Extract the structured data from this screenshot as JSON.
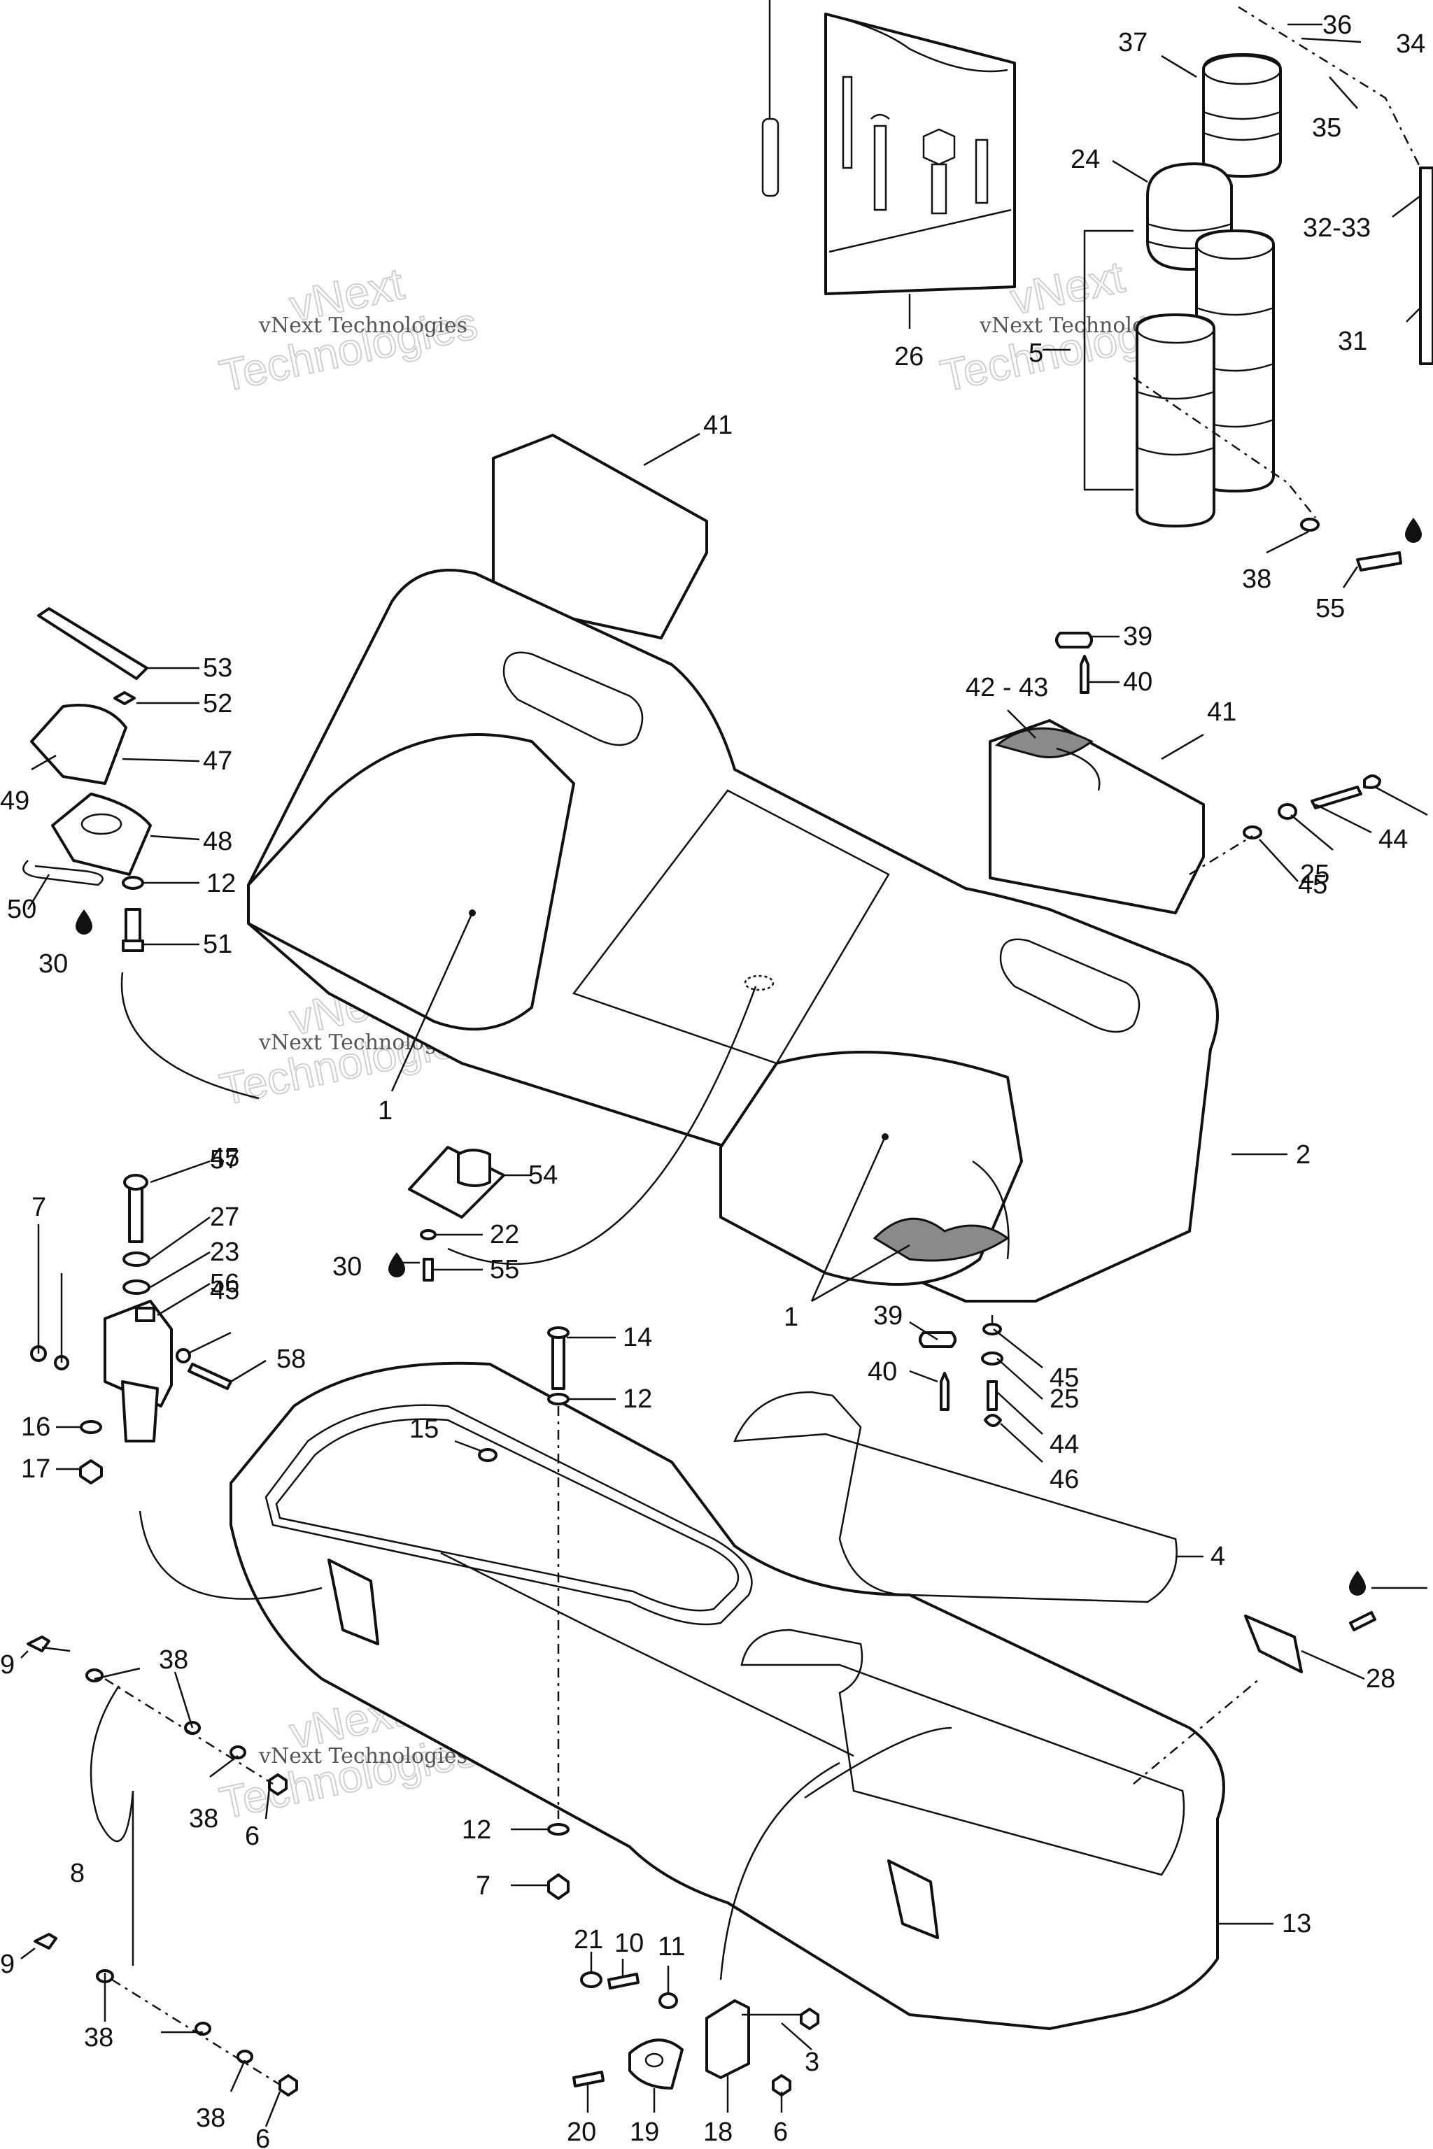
{
  "watermark": {
    "line1": "vNext Technologies",
    "line2": "Technologies",
    "line3": "vNext"
  },
  "callouts": [
    {
      "id": "c1",
      "text": "1"
    },
    {
      "id": "c1b",
      "text": "1"
    },
    {
      "id": "c2",
      "text": "2"
    },
    {
      "id": "c3",
      "text": "3"
    },
    {
      "id": "c4",
      "text": "4"
    },
    {
      "id": "c5",
      "text": "5"
    },
    {
      "id": "c6a",
      "text": "6"
    },
    {
      "id": "c6b",
      "text": "6"
    },
    {
      "id": "c6c",
      "text": "6"
    },
    {
      "id": "c7a",
      "text": "7"
    },
    {
      "id": "c7b",
      "text": "7"
    },
    {
      "id": "c8",
      "text": "8"
    },
    {
      "id": "c9a",
      "text": "9"
    },
    {
      "id": "c9b",
      "text": "9"
    },
    {
      "id": "c10",
      "text": "10"
    },
    {
      "id": "c11",
      "text": "11"
    },
    {
      "id": "c12a",
      "text": "12"
    },
    {
      "id": "c12b",
      "text": "12"
    },
    {
      "id": "c12c",
      "text": "12"
    },
    {
      "id": "c13",
      "text": "13"
    },
    {
      "id": "c14",
      "text": "14"
    },
    {
      "id": "c15",
      "text": "15"
    },
    {
      "id": "c16",
      "text": "16"
    },
    {
      "id": "c17",
      "text": "17"
    },
    {
      "id": "c18",
      "text": "18"
    },
    {
      "id": "c19",
      "text": "19"
    },
    {
      "id": "c20",
      "text": "20"
    },
    {
      "id": "c21",
      "text": "21"
    },
    {
      "id": "c22",
      "text": "22"
    },
    {
      "id": "c23",
      "text": "23"
    },
    {
      "id": "c24",
      "text": "24"
    },
    {
      "id": "c25a",
      "text": "25"
    },
    {
      "id": "c25b",
      "text": "25"
    },
    {
      "id": "c26",
      "text": "26"
    },
    {
      "id": "c27",
      "text": "27"
    },
    {
      "id": "c28",
      "text": "28"
    },
    {
      "id": "c30a",
      "text": "30"
    },
    {
      "id": "c30b",
      "text": "30"
    },
    {
      "id": "c31",
      "text": "31"
    },
    {
      "id": "c3233",
      "text": "32-33"
    },
    {
      "id": "c34",
      "text": "34"
    },
    {
      "id": "c35",
      "text": "35"
    },
    {
      "id": "c36",
      "text": "36"
    },
    {
      "id": "c37",
      "text": "37"
    },
    {
      "id": "c38a",
      "text": "38"
    },
    {
      "id": "c38b",
      "text": "38"
    },
    {
      "id": "c38c",
      "text": "38"
    },
    {
      "id": "c38d",
      "text": "38"
    },
    {
      "id": "c38e",
      "text": "38"
    },
    {
      "id": "c39a",
      "text": "39"
    },
    {
      "id": "c39b",
      "text": "39"
    },
    {
      "id": "c40a",
      "text": "40"
    },
    {
      "id": "c40b",
      "text": "40"
    },
    {
      "id": "c41a",
      "text": "41"
    },
    {
      "id": "c41b",
      "text": "41"
    },
    {
      "id": "c4243",
      "text": "42 - 43"
    },
    {
      "id": "c44a",
      "text": "44"
    },
    {
      "id": "c44b",
      "text": "44"
    },
    {
      "id": "c45a",
      "text": "45"
    },
    {
      "id": "c45b",
      "text": "45"
    },
    {
      "id": "c45c",
      "text": "45"
    },
    {
      "id": "c45d",
      "text": "45"
    },
    {
      "id": "c46",
      "text": "46"
    },
    {
      "id": "c47",
      "text": "47"
    },
    {
      "id": "c48",
      "text": "48"
    },
    {
      "id": "c49",
      "text": "49"
    },
    {
      "id": "c50",
      "text": "50"
    },
    {
      "id": "c51",
      "text": "51"
    },
    {
      "id": "c52",
      "text": "52"
    },
    {
      "id": "c53",
      "text": "53"
    },
    {
      "id": "c54",
      "text": "54"
    },
    {
      "id": "c55a",
      "text": "55"
    },
    {
      "id": "c55b",
      "text": "55"
    },
    {
      "id": "c56",
      "text": "56"
    },
    {
      "id": "c57",
      "text": "57"
    },
    {
      "id": "c58",
      "text": "58"
    }
  ]
}
